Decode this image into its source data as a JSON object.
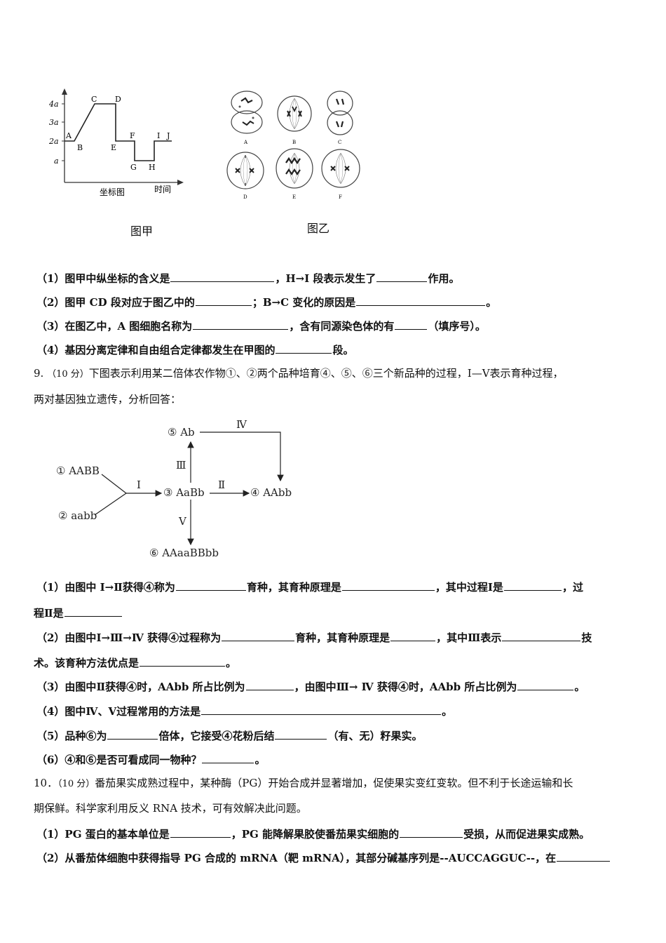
{
  "figure_jia": {
    "y_ticks": [
      "4a",
      "3a",
      "2a",
      "a"
    ],
    "points": [
      "A",
      "B",
      "C",
      "D",
      "E",
      "F",
      "G",
      "H",
      "I",
      "J"
    ],
    "x_axis_label": "时间",
    "bottom_label": "坐标图",
    "caption": "图甲"
  },
  "figure_yi": {
    "cell_labels": [
      "A",
      "B",
      "C",
      "D",
      "E",
      "F"
    ],
    "caption": "图乙"
  },
  "q8": {
    "l1a": "（1）图甲中纵坐标的含义是",
    "l1b": "，H→I 段表示发生了",
    "l1c": "作用。",
    "l2a": "（2）图甲 CD 段对应于图乙中的",
    "l2b": "；B→C 变化的原因是",
    "l2c": "。",
    "l3a": "（3）在图乙中，A 图细胞名称为",
    "l3b": "，含有同源染色体的有",
    "l3c": "（填序号）。",
    "l4a": "（4）基因分离定律和自由组合定律都发生在甲图的",
    "l4b": "段。"
  },
  "q9": {
    "number": "9.",
    "score": "（10 分）",
    "stem1": "下图表示利用某二倍体农作物①、②两个品种培育④、⑤、⑥三个新品种的过程，Ⅰ—Ⅴ表示育种过程，",
    "stem2": "两对基因独立遗传，分析回答：",
    "diagram": {
      "n1": "① AABB",
      "n2": "② aabb",
      "n3": "③ AaBb",
      "n4": "④ AAbb",
      "n5": "⑤ Ab",
      "n6": "⑥ AAaaBBbb",
      "r1": "Ⅰ",
      "r2": "Ⅱ",
      "r3": "Ⅲ",
      "r4": "Ⅳ",
      "r5": "Ⅴ"
    },
    "l1a": "（1）由图中 Ⅰ→Ⅱ获得④称为",
    "l1b": "育种，其育种原理是",
    "l1c": "，其中过程Ⅰ是",
    "l1d": "，过",
    "l1e": "程Ⅱ是",
    "l2a": "（2）由图中Ⅰ→Ⅲ→Ⅳ 获得④过程称为",
    "l2b": "育种，其育种原理是",
    "l2c": "，其中Ⅲ表示",
    "l2d": "技",
    "l2e": "术。该育种方法优点是",
    "l2f": "。",
    "l3a": "（3）由图中Ⅱ获得④时，AAbb 所占比例为",
    "l3b": "，由图中Ⅲ→ Ⅳ 获得④时，AAbb 所占比例为",
    "l3c": "。",
    "l4a": "（4）图中Ⅳ、Ⅴ过程常用的方法是",
    "l4b": "。",
    "l5a": "（5）品种⑥为",
    "l5b": "倍体，它接受④花粉后结",
    "l5c": "（有、无）籽果实。",
    "l6a": "（6）④和⑥是否可看成同一物种？",
    "l6b": "。"
  },
  "q10": {
    "number": "10．",
    "score": "（10 分）",
    "stem1": "番茄果实成熟过程中，某种酶（PG）开始合成并显著增加，促使果实变红变软。但不利于长途运输和长",
    "stem2": "期保鲜。科学家利用反义 RNA 技术，可有效解决此问题。",
    "l1a": "（1）PG 蛋白的基本单位是",
    "l1b": "，PG 能降解果胶使番茄果实细胞的",
    "l1c": "受损，从而促进果实成熟。",
    "l2a": "（2）从番茄体细胞中获得指导 PG 合成的 mRNA（靶 mRNA），其部分碱基序列是--AUCCAGGUC--，在"
  }
}
